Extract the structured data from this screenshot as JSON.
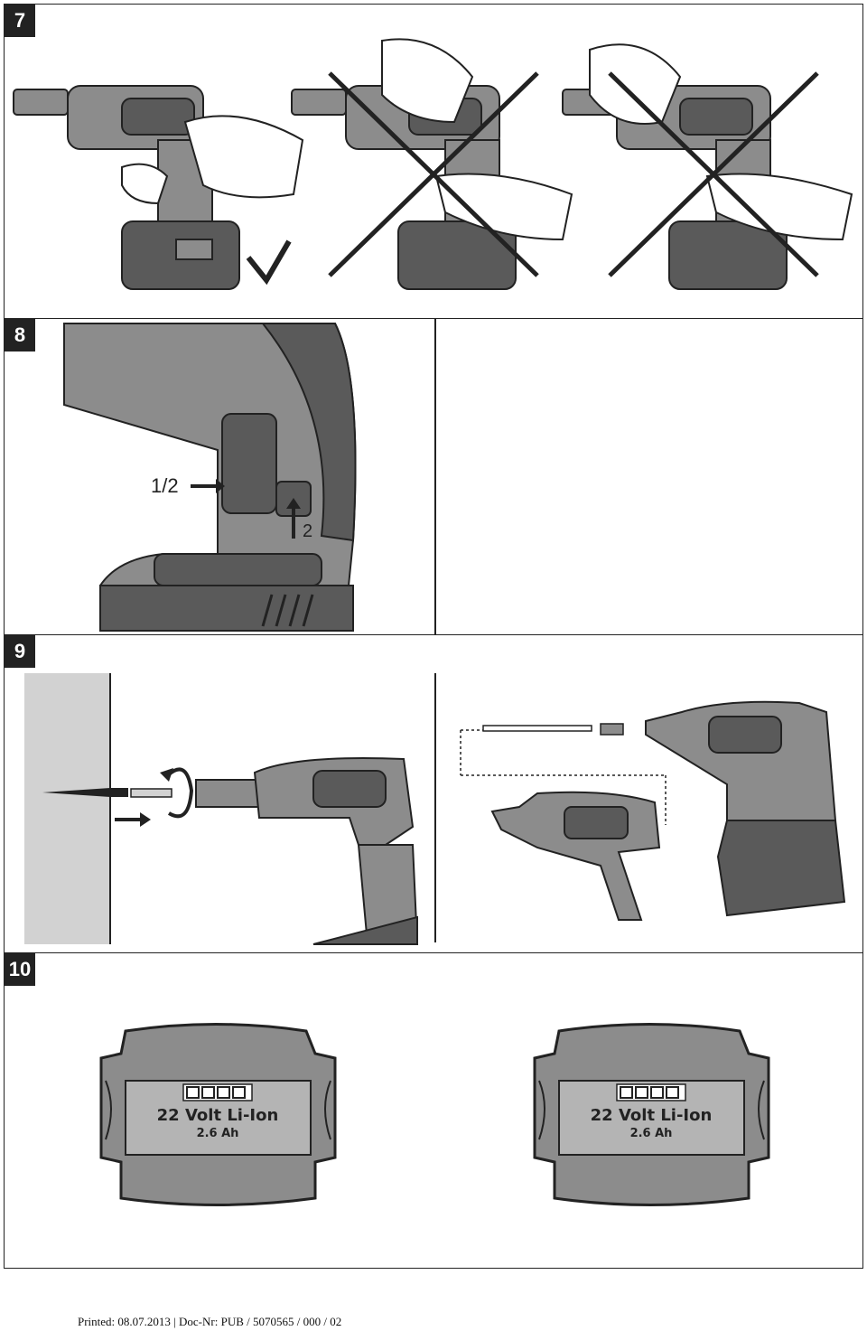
{
  "panels": {
    "p7": {
      "number": "7"
    },
    "p8": {
      "number": "8",
      "label_a": "1/2",
      "label_b": "2"
    },
    "p9": {
      "number": "9"
    },
    "p10": {
      "number": "10"
    }
  },
  "battery": {
    "voltage_text": "22 Volt Li-Ion",
    "capacity_text": "2.6 Ah"
  },
  "footer": {
    "text": "Printed: 08.07.2013 | Doc-Nr: PUB / 5070565 / 000 / 02"
  },
  "colors": {
    "tool_dark": "#5a5a5a",
    "tool_mid": "#8c8c8c",
    "tool_light": "#b4b4b4",
    "wall": "#d2d2d2",
    "ink": "#222222"
  }
}
